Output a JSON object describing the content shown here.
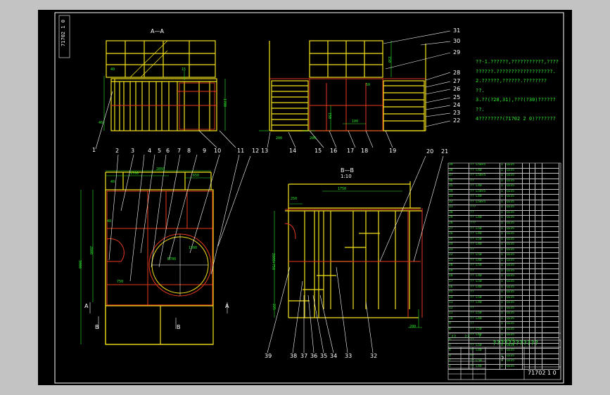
{
  "drawing": {
    "vertical_code": "71702 1 0",
    "notes": [
      "??-1.??????,???????????,????",
      "??????.???????????????????.",
      "2.??????,??????.????????",
      "??.",
      "3.??(?28,31),???(?30)??????",
      "??.",
      "4????????(71702 2 0)???????"
    ]
  },
  "views": {
    "aa_title": "A—A",
    "bb_title": "B—B",
    "bb_scale": "1:10"
  },
  "callouts": {
    "right_column": [
      "31",
      "30",
      "29",
      "28",
      "27",
      "26",
      "25",
      "24",
      "23",
      "22"
    ],
    "row_top": [
      "1",
      "2",
      "3",
      "4",
      "5",
      "6",
      "7",
      "8",
      "9",
      "10",
      "11",
      "12",
      "13",
      "14",
      "15",
      "16",
      "17",
      "18",
      "19",
      "20",
      "21"
    ],
    "row_bottom": [
      "39",
      "38",
      "37",
      "36",
      "35",
      "34",
      "33",
      "32"
    ],
    "section_letters": [
      "A",
      "A",
      "B",
      "B"
    ]
  },
  "dimensions": {
    "top_left": [
      "40",
      "15",
      "1700",
      "40",
      "15"
    ],
    "top_right": [
      "150",
      "50",
      "200",
      "100",
      "200",
      "150",
      "1750",
      "15"
    ],
    "plan": [
      "1700",
      "2850",
      "650",
      "40",
      "40",
      "300",
      "3000",
      "2800",
      "750",
      "1200",
      "R700",
      "2"
    ],
    "section": [
      "2400",
      "1750",
      "250",
      "40",
      "2000+750",
      "225",
      "2400",
      "40",
      "200"
    ]
  },
  "title_block": {
    "main_title": "????????????",
    "center_mark": "?",
    "drawing_number": "71702 1 0",
    "left_cells": [
      "??",
      "??",
      "?"
    ]
  },
  "bom": {
    "rows": [
      [
        "39",
        "?? L50×5",
        "1",
        "Q235",
        "",
        "",
        "",
        ""
      ],
      [
        "38",
        "?? L40",
        "1",
        "Q235",
        "",
        "",
        "",
        ""
      ],
      [
        "37",
        "?? L50×5",
        "1",
        "Q235",
        "",
        "",
        "",
        ""
      ],
      [
        "36",
        "??",
        "1",
        "Q235",
        "",
        "",
        "",
        ""
      ],
      [
        "35",
        "?? L40",
        "1",
        "Q235",
        "",
        "",
        "",
        ""
      ],
      [
        "34",
        "?? L50×5",
        "1",
        "Q235",
        "",
        "",
        "",
        ""
      ],
      [
        "33",
        "?? L40",
        "1",
        "Q235",
        "",
        "",
        "",
        ""
      ],
      [
        "32",
        "?? L50×5",
        "1",
        "Q235",
        "",
        "",
        "",
        ""
      ],
      [
        "31",
        "???",
        "1",
        "Q235",
        "",
        "",
        "",
        ""
      ],
      [
        "30",
        "??",
        "1",
        "Q235",
        "",
        "",
        "",
        ""
      ],
      [
        "29",
        "?? L40",
        "1",
        "Q235",
        "",
        "",
        "",
        ""
      ],
      [
        "28",
        "???",
        "1",
        "Q235",
        "",
        "",
        "",
        ""
      ],
      [
        "27",
        "?? L50",
        "1",
        "Q235",
        "",
        "",
        "",
        ""
      ],
      [
        "26",
        "?? L40",
        "1",
        "Q235",
        "",
        "",
        "",
        ""
      ],
      [
        "25",
        "?? L50",
        "1",
        "Q235",
        "",
        "",
        "",
        ""
      ],
      [
        "24",
        "?? L40",
        "1",
        "Q235",
        "",
        "",
        "",
        ""
      ],
      [
        "23",
        "??",
        "1",
        "Q235",
        "",
        "",
        "",
        ""
      ],
      [
        "22",
        "?? L50",
        "1",
        "Q235",
        "",
        "",
        "",
        ""
      ],
      [
        "21",
        "?? L40",
        "1",
        "Q235",
        "",
        "",
        "",
        ""
      ],
      [
        "20",
        "?? L50",
        "1",
        "Q235",
        "",
        "",
        "",
        ""
      ],
      [
        "19",
        "??",
        "1",
        "Q235",
        "",
        "",
        "",
        ""
      ],
      [
        "18",
        "?? L40",
        "1",
        "Q235",
        "",
        "",
        "",
        ""
      ],
      [
        "17",
        "?? L50",
        "1",
        "Q235",
        "",
        "",
        "",
        ""
      ],
      [
        "16",
        "?? L40",
        "1",
        "Q235",
        "",
        "",
        "",
        ""
      ],
      [
        "15",
        "??",
        "1",
        "Q235",
        "",
        "",
        "",
        ""
      ],
      [
        "14",
        "?? L50",
        "1",
        "Q235",
        "",
        "",
        "",
        ""
      ],
      [
        "13",
        "?? L40",
        "1",
        "Q235",
        "",
        "",
        "",
        ""
      ],
      [
        "12",
        "??",
        "1",
        "Q235",
        "",
        "",
        "",
        ""
      ],
      [
        "11",
        "?? L50",
        "1",
        "Q235",
        "",
        "",
        "",
        ""
      ],
      [
        "10",
        "?? L40",
        "1",
        "Q235",
        "",
        "",
        "",
        ""
      ],
      [
        "9",
        "??",
        "1",
        "Q235",
        "",
        "",
        "",
        ""
      ],
      [
        "8",
        "?? L50",
        "1",
        "Q235",
        "",
        "",
        "",
        ""
      ],
      [
        "7",
        "?? L40",
        "1",
        "Q235",
        "",
        "",
        "",
        ""
      ],
      [
        "6",
        "??",
        "1",
        "Q235",
        "",
        "",
        "",
        ""
      ],
      [
        "5",
        "?? L50",
        "1",
        "Q235",
        "",
        "",
        "",
        ""
      ],
      [
        "4",
        "?? L40",
        "1",
        "Q235",
        "",
        "",
        "",
        ""
      ],
      [
        "3",
        "??",
        "1",
        "Q235",
        "",
        "",
        "",
        ""
      ],
      [
        "2",
        "?? L50",
        "1",
        "Q235",
        "",
        "",
        "",
        ""
      ],
      [
        "1",
        "?? L40",
        "1",
        "Q235",
        "",
        "",
        "",
        ""
      ]
    ]
  }
}
